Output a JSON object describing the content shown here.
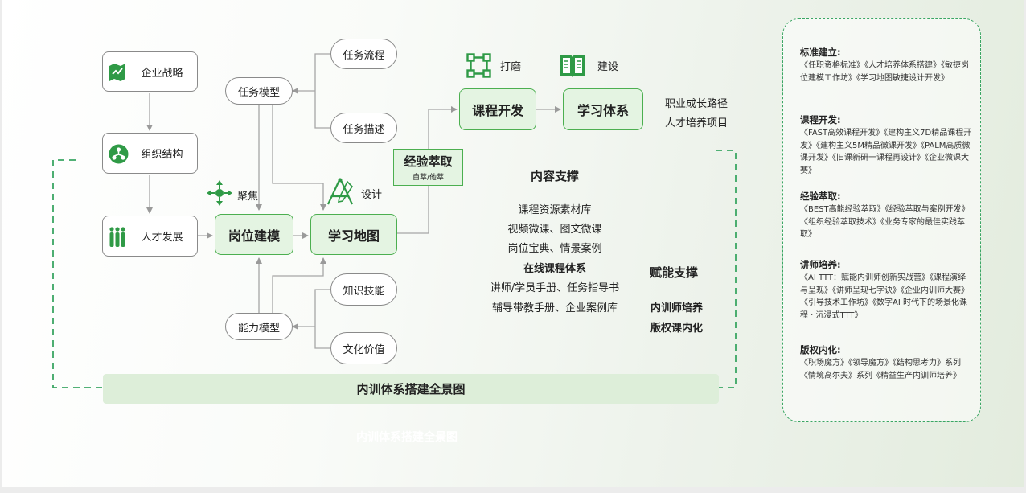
{
  "diagram": {
    "left_nodes": [
      "企业战略",
      "组织结构",
      "人才发展"
    ],
    "task_model": "任务模型",
    "ability_model": "能力模型",
    "task_children": [
      "任务流程",
      "任务描述"
    ],
    "ability_children": [
      "知识技能",
      "文化价值"
    ],
    "position_modeling": "岗位建模",
    "learning_map": "学习地图",
    "experience": {
      "title": "经验萃取",
      "sub": "自萃/他萃"
    },
    "course_dev": "课程开发",
    "learning_system": "学习体系",
    "icon_labels": {
      "focus": "聚焦",
      "design": "设计",
      "polish": "打磨",
      "build": "建设"
    },
    "outcomes": [
      "职业成长路径",
      "人才培养项目"
    ],
    "content_support": {
      "title": "内容支撑",
      "items": [
        "课程资源素材库",
        "视频微课、图文微课",
        "岗位宝典、情景案例",
        "在线课程体系",
        "讲师/学员手册、任务指导书",
        "辅导带教手册、企业案例库"
      ]
    },
    "empower_support": {
      "title": "赋能支撑",
      "items": [
        "内训师培养",
        "版权课内化"
      ]
    },
    "banner": "内训体系搭建全景图",
    "caption": "内训体系搭建全景图"
  },
  "side_panel": {
    "sections": [
      {
        "title": "标准建立:",
        "body": "《任职资格标准》《人才培养体系搭建》《敏捷岗位建模工作坊》《学习地图敏捷设计开发》"
      },
      {
        "title": "课程开发:",
        "body": "《FAST高效课程开发》《建构主义7D精品课程开发》《建构主义5M精品微课开发》《PALM高质微课开发》《旧课新研一课程再设计》《企业微课大赛》"
      },
      {
        "title": "经验萃取:",
        "body": "《BEST高能经验萃取》《经验萃取与案例开发》《组织经验萃取技术》《业务专家的最佳实践萃取》"
      },
      {
        "title": "讲师培养:",
        "body": "《AI TTT：赋能内训师创新实战营》《课程演绎与呈现》《讲师呈现七字诀》《企业内训师大赛》《引导技术工作坊》《数字AI 时代下的场景化课程 · 沉浸式TTT》"
      },
      {
        "title": "版权内化:",
        "body": "《职场魔方》《领导魔方》《结构思考力》系列《情境高尔夫》系列《精益生产内训师培养》"
      }
    ]
  },
  "colors": {
    "accent": "#4caf50",
    "accent_fill": "#e4f4e2",
    "dash": "#3aa663",
    "icon": "#2f9a46"
  }
}
